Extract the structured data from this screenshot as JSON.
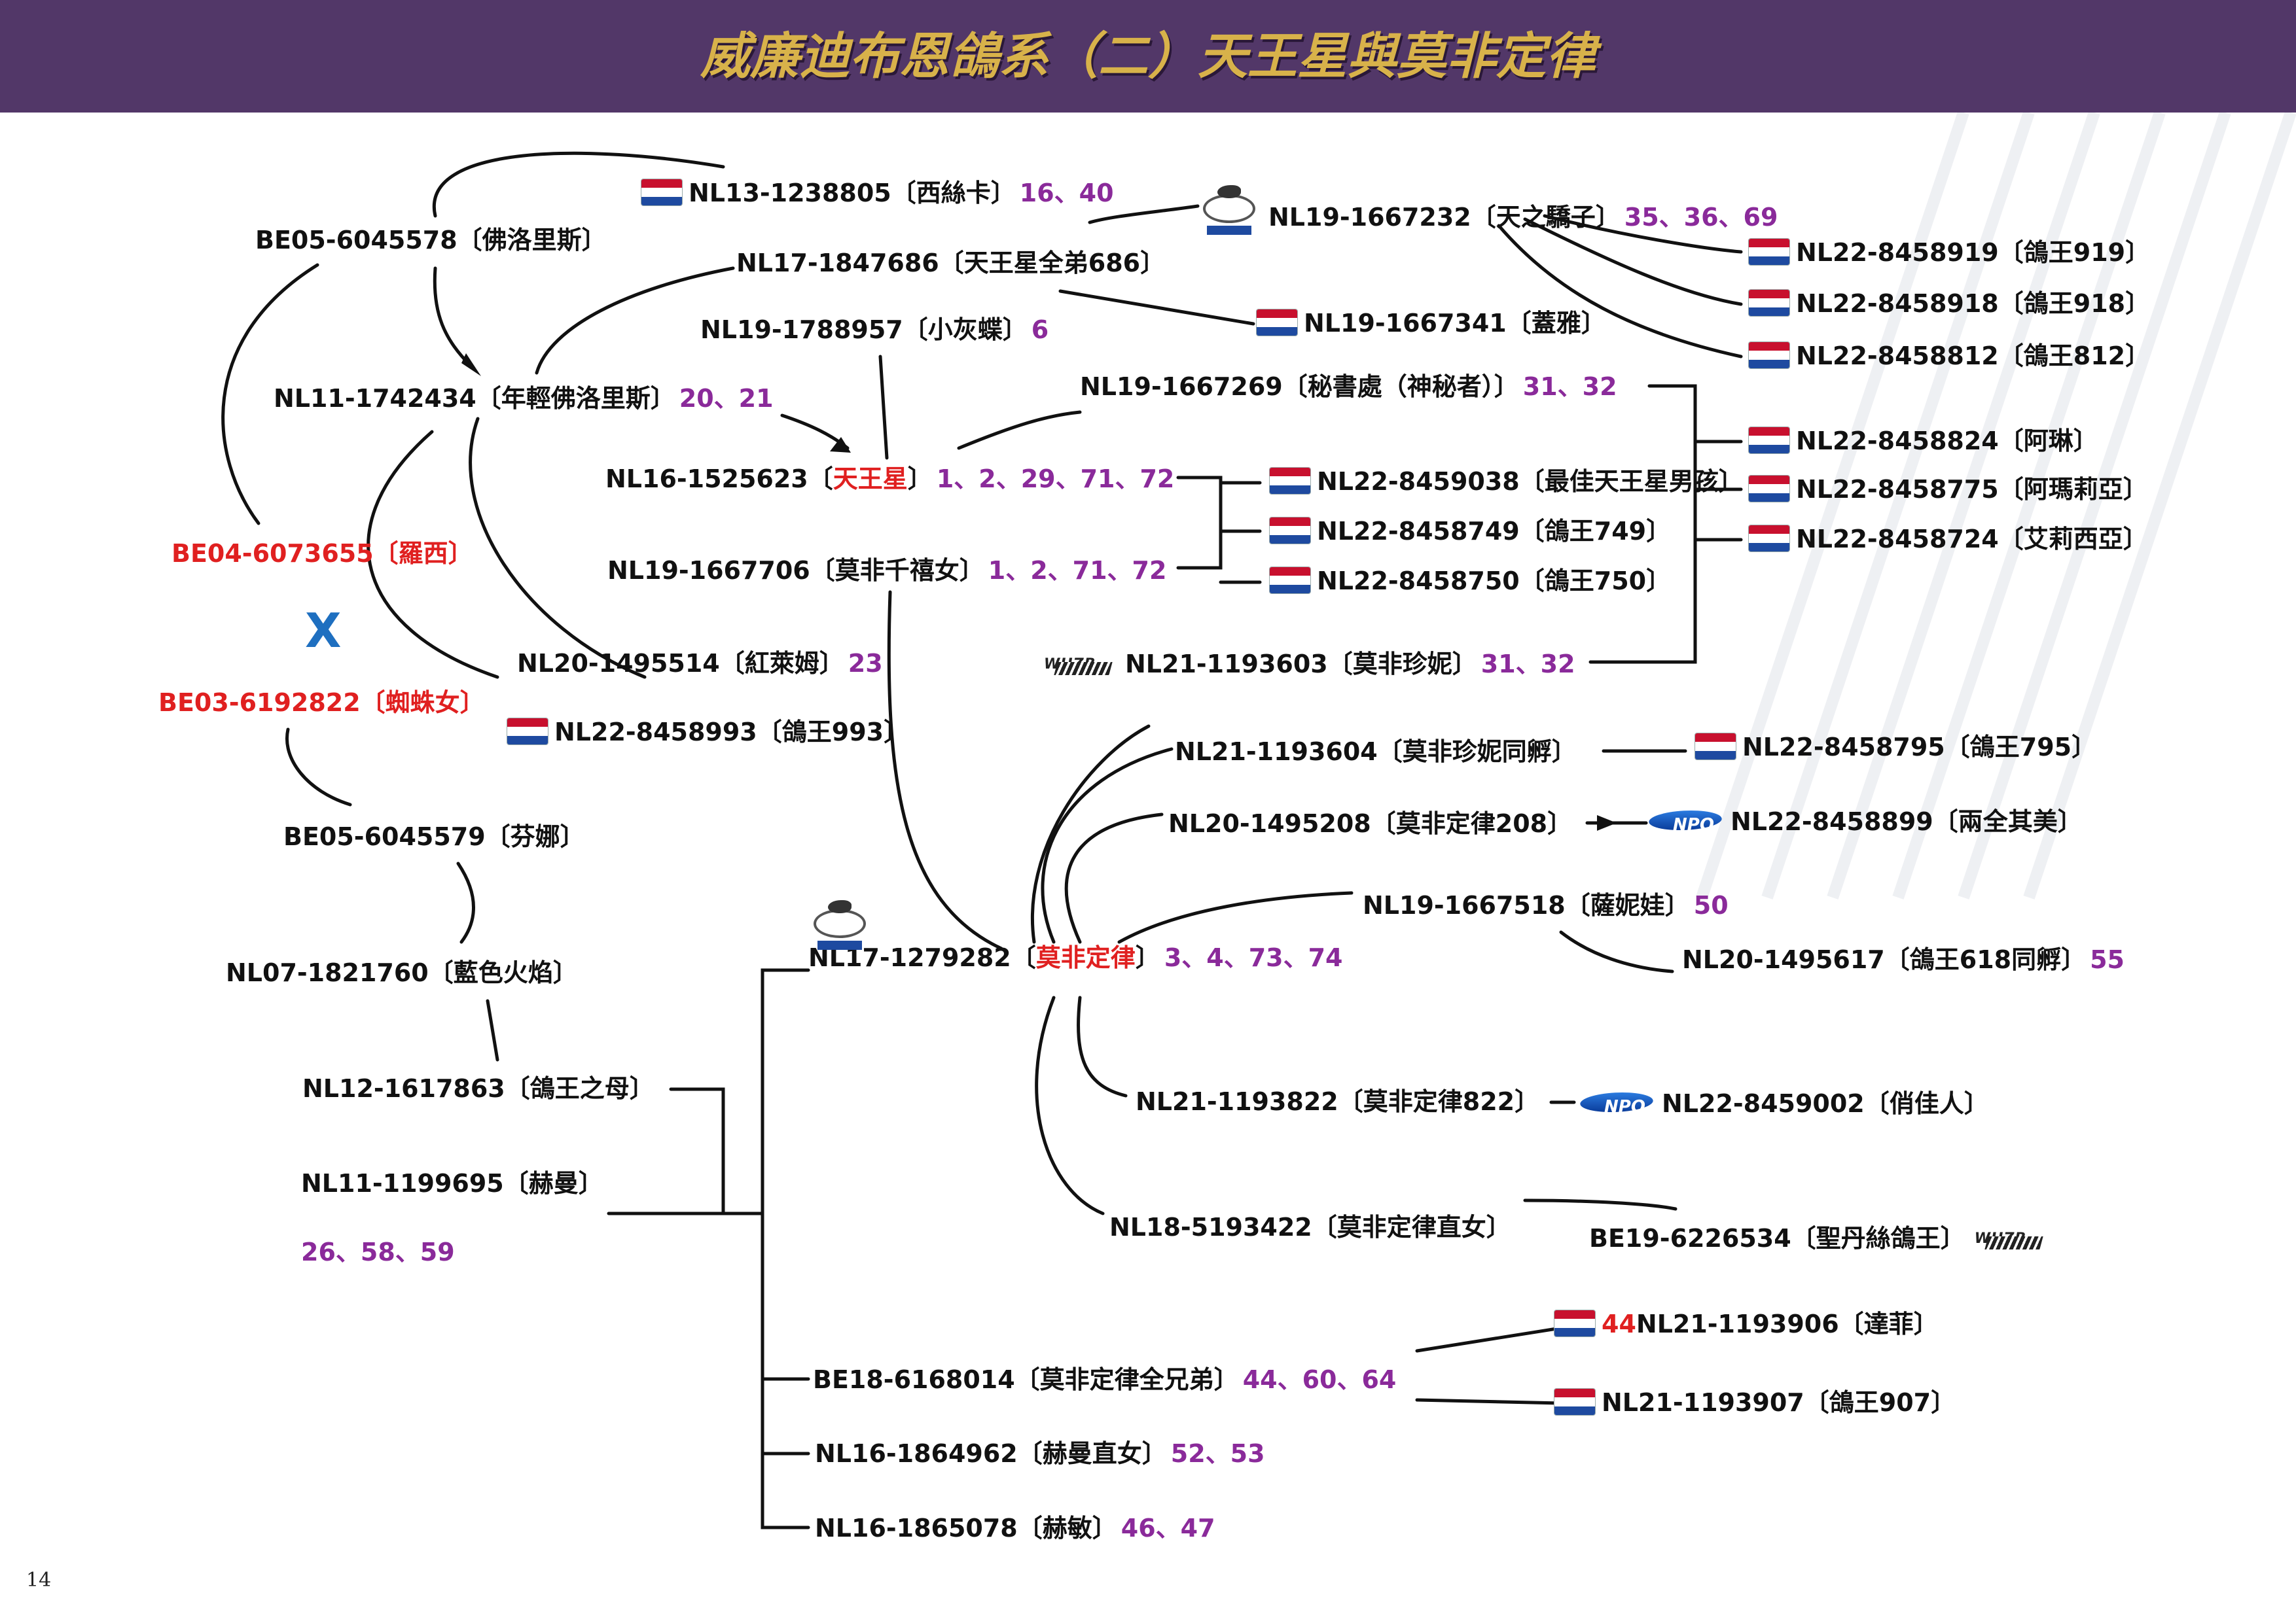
{
  "page": {
    "title": "威廉迪布恩鴿系（二）天王星與莫非定律",
    "page_number": "14",
    "cross_mark": "X"
  },
  "colors": {
    "header_bg": "#523768",
    "title_gold": "#d8b24a",
    "highlight_red": "#e02020",
    "number_purple": "#8a2a9a",
    "cross_blue": "#1e6fc0"
  },
  "nodes": {
    "n01": {
      "code": "NL13-1238805",
      "name": "〔西絲卡〕",
      "nums": "16、40",
      "icon": "netherlands-flag"
    },
    "n02": {
      "code": "BE05-6045578",
      "name": "〔佛洛里斯〕"
    },
    "n03": {
      "code": "NL19-1667232",
      "name": "〔天之驕子〕",
      "nums": "35、36、69",
      "icon": "cf-logo"
    },
    "n04": {
      "code": "NL17-1847686",
      "name": "〔天王星全弟686〕"
    },
    "n05": {
      "code": "NL19-1788957",
      "name": "〔小灰蝶〕",
      "nums": "6"
    },
    "n06": {
      "code": "NL19-1667341",
      "name": "〔蓋雅〕",
      "icon": "netherlands-flag"
    },
    "n07": {
      "code": "NL11-1742434",
      "name": "〔年輕佛洛里斯〕",
      "nums": "20、21"
    },
    "n08": {
      "code": "NL19-1667269",
      "name": "〔秘書處（神秘者）〕",
      "nums": "31、32"
    },
    "n09": {
      "code": "NL16-1525623",
      "name_pre": "〔",
      "name_hl": "天王星",
      "name_post": "〕",
      "nums": "1、2、29、71、72"
    },
    "n10": {
      "code": "BE04-6073655",
      "name": "〔羅西〕"
    },
    "n11": {
      "code": "NL19-1667706",
      "name": "〔莫非千禧女〕",
      "nums": "1、2、71、72"
    },
    "n12": {
      "code": "NL20-1495514",
      "name": "〔紅萊姆〕",
      "nums": "23"
    },
    "n13": {
      "code": "NL21-1193603",
      "name": "〔莫非珍妮〕",
      "nums": "31、32",
      "icon": "whzb-logo"
    },
    "n14": {
      "code": "BE03-6192822",
      "name": "〔蜘蛛女〕"
    },
    "n15": {
      "code": "NL22-8458993",
      "name": "〔鴿王993〕",
      "icon": "netherlands-flag"
    },
    "n16": {
      "code": "NL21-1193604",
      "name": "〔莫非珍妮同孵〕"
    },
    "n17": {
      "code": "BE05-6045579",
      "name": "〔芬娜〕"
    },
    "n18": {
      "code": "NL20-1495208",
      "name": "〔莫非定律208〕"
    },
    "n19": {
      "code": "NL19-1667518",
      "name": "〔薩妮娃〕",
      "nums": "50"
    },
    "n20": {
      "code": "NL07-1821760",
      "name": "〔藍色火焰〕"
    },
    "n21": {
      "code": "NL17-1279282",
      "name_pre": "〔",
      "name_hl": "莫非定律",
      "name_post": "〕",
      "nums": "3、4、73、74",
      "icon": "cf-logo"
    },
    "n22": {
      "code": "NL20-1495617",
      "name": "〔鴿王618同孵〕",
      "nums": "55"
    },
    "n23": {
      "code": "NL12-1617863",
      "name": "〔鴿王之母〕"
    },
    "n24": {
      "code": "NL21-1193822",
      "name": "〔莫非定律822〕"
    },
    "n25": {
      "code": "NL22-8459002",
      "name": "〔俏佳人〕",
      "icon": "npo-logo"
    },
    "n26": {
      "code": "NL11-1199695",
      "name": "〔赫曼〕",
      "nums_below": "26、58、59"
    },
    "n27": {
      "code": "NL18-5193422",
      "name": "〔莫非定律直女〕"
    },
    "n28": {
      "code": "BE19-6226534",
      "name": "〔聖丹絲鴿王〕",
      "icon_after": "whzb-logo"
    },
    "n29": {
      "code": "NL21-1193906",
      "name": "〔達菲〕",
      "pre_num": "44",
      "icon": "netherlands-flag"
    },
    "n30": {
      "code": "BE18-6168014",
      "name": "〔莫非定律全兄弟〕",
      "nums": "44、60、64"
    },
    "n31": {
      "code": "NL21-1193907",
      "name": "〔鴿王907〕",
      "icon": "netherlands-flag"
    },
    "n32": {
      "code": "NL16-1864962",
      "name": "〔赫曼直女〕",
      "nums": "52、53"
    },
    "n33": {
      "code": "NL16-1865078",
      "name": "〔赫敏〕",
      "nums": "46、47"
    },
    "r01": {
      "code": "NL22-8458919",
      "name": "〔鴿王919〕",
      "icon": "netherlands-flag"
    },
    "r02": {
      "code": "NL22-8458918",
      "name": "〔鴿王918〕",
      "icon": "netherlands-flag"
    },
    "r03": {
      "code": "NL22-8458812",
      "name": "〔鴿王812〕",
      "icon": "netherlands-flag"
    },
    "r04": {
      "code": "NL22-8458824",
      "name": "〔阿琳〕",
      "icon": "netherlands-flag"
    },
    "r05": {
      "code": "NL22-8458775",
      "name": "〔阿瑪莉亞〕",
      "icon": "netherlands-flag"
    },
    "r06": {
      "code": "NL22-8458724",
      "name": "〔艾莉西亞〕",
      "icon": "netherlands-flag"
    },
    "m01": {
      "code": "NL22-8459038",
      "name": "〔最佳天王星男孩〕",
      "icon": "netherlands-flag"
    },
    "m02": {
      "code": "NL22-8458749",
      "name": "〔鴿王749〕",
      "icon": "netherlands-flag"
    },
    "m03": {
      "code": "NL22-8458750",
      "name": "〔鴿王750〕",
      "icon": "netherlands-flag"
    },
    "m04": {
      "code": "NL22-8458795",
      "name": "〔鴿王795〕",
      "icon": "netherlands-flag"
    },
    "m05": {
      "code": "NL22-8458899",
      "name": "〔兩全其美〕",
      "icon": "npo-logo"
    }
  }
}
